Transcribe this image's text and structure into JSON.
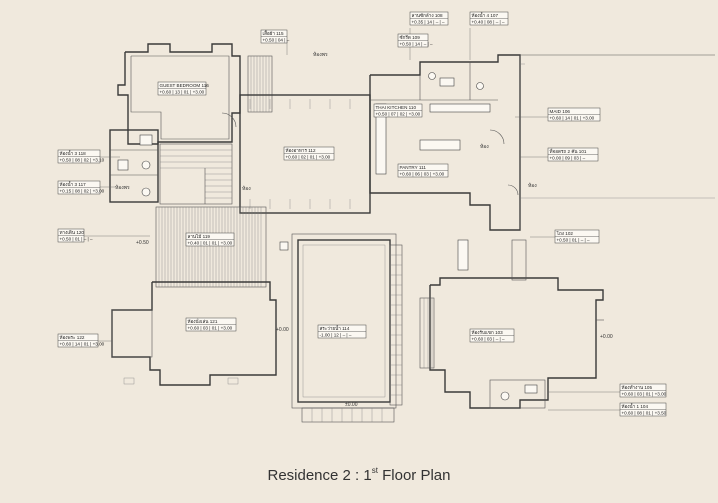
{
  "caption": {
    "prefix": "Residence 2 :  1",
    "sup": "st",
    "suffix": "  Floor Plan"
  },
  "room_tags": [
    {
      "name": "guest-bedroom-tag",
      "row1": "GUEST BEDROOM   116",
      "row2": "+0.60 | 13 | 01 | +3.00"
    },
    {
      "name": "closet-tag",
      "row1": "เสื้อผ้า   115",
      "row2": "+0.50 | 04 | ‒"
    },
    {
      "name": "toilet-3-tag",
      "row1": "ห้องน้ำ 3   118",
      "row2": "+0.50 | 08 | 02 | +3.10"
    },
    {
      "name": "powder-room-tag",
      "row1": "ห้องน้ำ 3   117",
      "row2": "+0.15 | 08 | 02 | +3.00"
    },
    {
      "name": "stair-tag",
      "row1": "ทางเดิน   120",
      "row2": "+0.50 | 01 | ‒ | ‒"
    },
    {
      "name": "living-tag",
      "row1": "ห้องอาหาร   112",
      "row2": "+0.60 | 02 | 01 | +3.00"
    },
    {
      "name": "maid-toilet-tag",
      "row1": "ลานซักล้าง   108",
      "row2": "+0.35 | 14 | ‒ | ‒"
    },
    {
      "name": "toilet-4-tag",
      "row1": "ห้องน้ำ 4   107",
      "row2": "+0.40 | 08 | ‒ | ‒"
    },
    {
      "name": "laundry-tag",
      "row1": "ซักรีด   109",
      "row2": "+0.50 | 14 | ‒ | ‒"
    },
    {
      "name": "kitchen-tag",
      "row1": "THAI KITCHEN   110",
      "row2": "+0.50 | 07 | 02 | +3.00"
    },
    {
      "name": "pantry-tag",
      "row1": "PANTRY   111",
      "row2": "+0.60 | 06 | 03 | +3.00"
    },
    {
      "name": "maid-tag",
      "row1": "MAID   106",
      "row2": "+0.60 | 14 | 01 | +3.00"
    },
    {
      "name": "garage-tag",
      "row1": "ที่จอดรถ 2 คัน   101",
      "row2": "+0.00 | 09 | 03 | ‒"
    },
    {
      "name": "porch-tag",
      "row1": "โถง   102",
      "row2": "+0.50 | 01 | ‒ | ‒"
    },
    {
      "name": "terrace-tag",
      "row1": "ลานไม้   119",
      "row2": "+0.40 | 01 | 01 | +3.00"
    },
    {
      "name": "family-tag",
      "row1": "ห้องนั่งเล่น   121",
      "row2": "+0.60 | 03 | 01 | +3.00"
    },
    {
      "name": "prayer-tag",
      "row1": "ห้องพระ   122",
      "row2": "+0.60 | 14 | 01 | +3.00"
    },
    {
      "name": "pool-tag",
      "row1": "สระว่ายน้ำ   114",
      "row2": "-1.00 | 12 | ‒ | ‒"
    },
    {
      "name": "reception-tag",
      "row1": "ห้องรับแขก   103",
      "row2": "+0.60 | 03 | ‒ | ‒"
    },
    {
      "name": "bedroom-tag",
      "row1": "ห้องทำงาน   105",
      "row2": "+0.60 | 03 | 01 | +3.00"
    },
    {
      "name": "toilet-1-tag",
      "row1": "ห้องน้ำ 1   104",
      "row2": "+0.60 | 08 | 01 | +3.50"
    }
  ],
  "level_marks": [
    "+0.50",
    "+0.00",
    "±0.00",
    "+0.00"
  ],
  "small_labels": [
    "ห้องพร",
    "ห้องพร",
    "ห้อง",
    "ห้อง",
    "ห้อง"
  ]
}
